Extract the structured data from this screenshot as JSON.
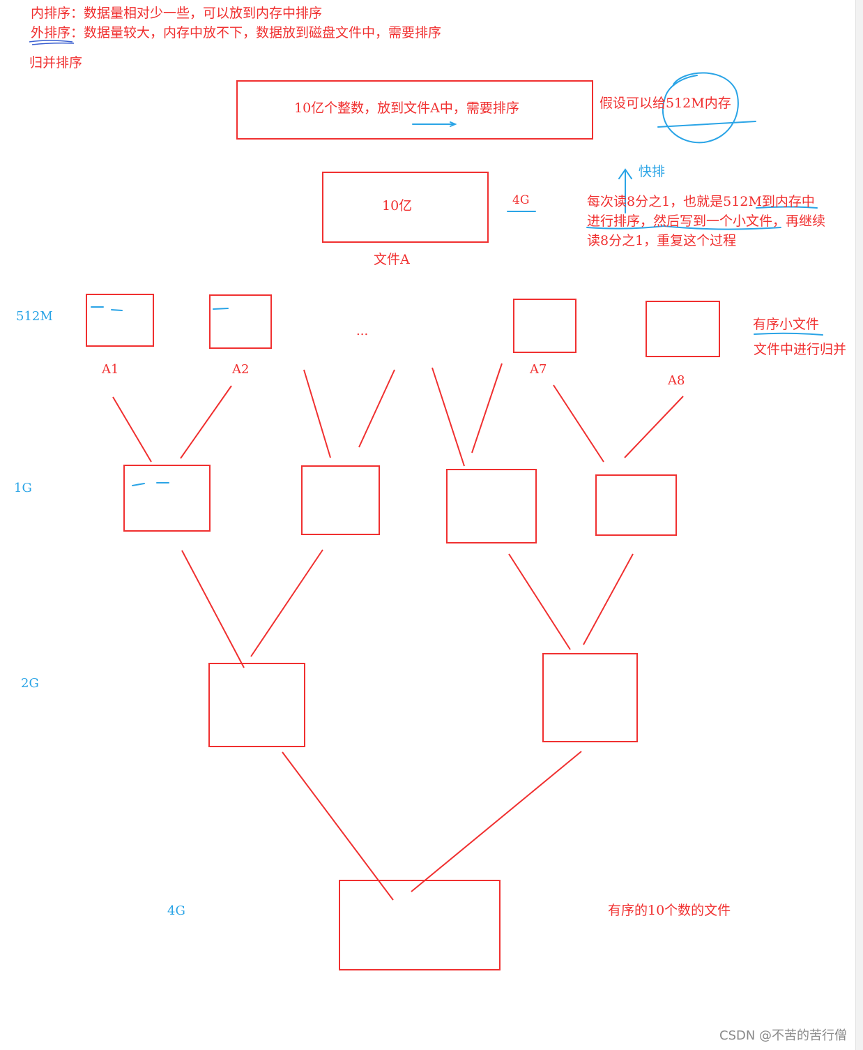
{
  "notes": {
    "internal_sort": "内排序：数据量相对少一些，可以放到内存中排序",
    "external_sort": "外排序：数据量较大，内存中放不下，数据放到磁盘文件中，需要排序",
    "merge_sort": "归并排序"
  },
  "problem": {
    "statement": "10亿个整数，放到文件A中，需要排序",
    "assumption": "假设可以给512M内存"
  },
  "file_a": {
    "box_label": "10亿",
    "size_label": "4G",
    "caption": "文件A"
  },
  "quicksort_label": "快排",
  "procedure": {
    "line1": "每次读8分之1，也就是512M到内存中",
    "line2": "进行排序，然后写到一个小文件，再继续",
    "line3": "读8分之1，重复这个过程"
  },
  "levels": {
    "l512m": "512M",
    "l1g": "1G",
    "l2g": "2G",
    "l4g": "4G"
  },
  "small_files": {
    "a1": "A1",
    "a2": "A2",
    "ellipsis": "...",
    "a7": "A7",
    "a8": "A8",
    "note1": "有序小文件",
    "note2": "文件中进行归并"
  },
  "result_caption": "有序的10个数的文件",
  "watermark": "CSDN @不苦的苦行僧",
  "colors": {
    "red": "#f03030",
    "blue": "#2aa4e6"
  }
}
